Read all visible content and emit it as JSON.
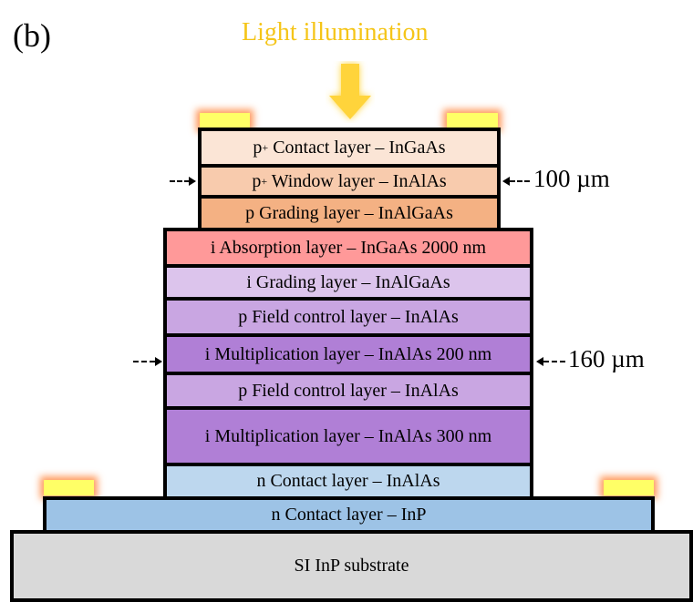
{
  "panel_label": "(b)",
  "light_label": "Light illumination",
  "colors": {
    "light": "#f5c518",
    "contact_pad": "#ffff66"
  },
  "layers": [
    {
      "prefix": "p",
      "sup": "+",
      "text": " Contact layer – InGaAs",
      "color": "#fbe5d6"
    },
    {
      "prefix": "p",
      "sup": "+",
      "text": " Window layer – InAlAs",
      "color": "#f8cbad"
    },
    {
      "prefix": "p",
      "sup": "",
      "text": " Grading layer – InAlGaAs",
      "color": "#f4b183"
    },
    {
      "prefix": "i",
      "sup": "",
      "text": " Absorption layer – InGaAs 2000 nm",
      "color": "#ff9999"
    },
    {
      "prefix": "i",
      "sup": "",
      "text": " Grading layer – InAlGaAs",
      "color": "#dcc4ec"
    },
    {
      "prefix": "p",
      "sup": "",
      "text": " Field control layer – InAlAs",
      "color": "#c9a6e2"
    },
    {
      "prefix": "i",
      "sup": "",
      "text": " Multiplication layer – InAlAs 200 nm",
      "color": "#b07fd6"
    },
    {
      "prefix": "p",
      "sup": "",
      "text": " Field control layer – InAlAs",
      "color": "#c9a6e2"
    },
    {
      "prefix": "i",
      "sup": "",
      "text": " Multiplication layer – InAlAs 300 nm",
      "color": "#b07fd6"
    },
    {
      "prefix": "n",
      "sup": "",
      "text": " Contact layer – InAlAs",
      "color": "#bdd7ee"
    },
    {
      "prefix": "n",
      "sup": "",
      "text": " Contact layer – InP",
      "color": "#9dc3e6"
    },
    {
      "prefix": "",
      "sup": "",
      "text": "SI InP substrate",
      "color": "#d9d9d9"
    }
  ],
  "dimensions": {
    "top_mesa": "100 µm",
    "middle_mesa": "160 µm"
  }
}
